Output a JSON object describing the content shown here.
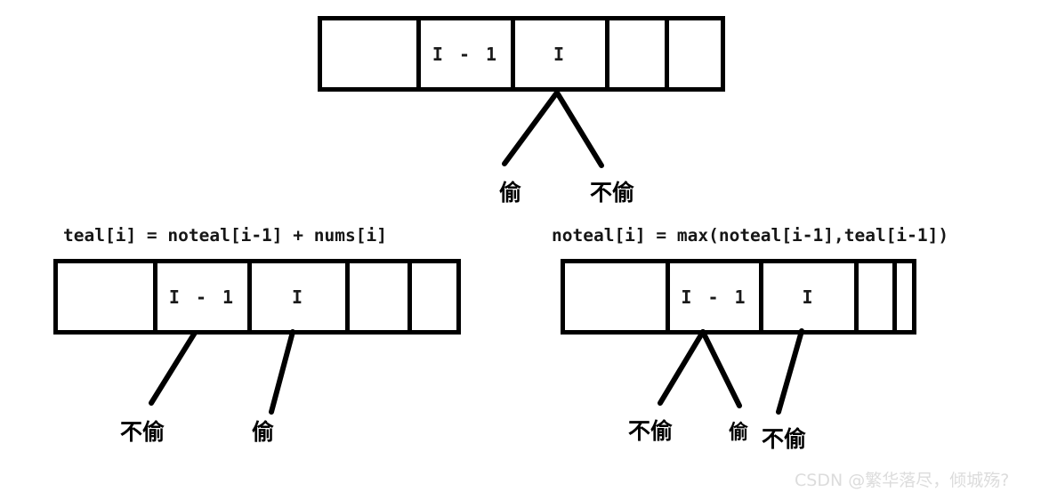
{
  "diagram": {
    "title_cells": {
      "i_minus_1": "I - 1",
      "i": "I"
    },
    "top_array": {
      "cells": [
        "",
        "I - 1",
        "I",
        "",
        ""
      ]
    },
    "left_section": {
      "formula": "teal[i] = noteal[i-1] + nums[i]",
      "cells": [
        "",
        "I - 1",
        "I",
        "",
        ""
      ],
      "labels": [
        "不偷",
        "偷"
      ]
    },
    "right_section": {
      "formula": "noteal[i] = max(noteal[i-1],teal[i-1])",
      "cells": [
        "",
        "I - 1",
        "I",
        "",
        ""
      ],
      "labels": [
        "不偷",
        "偷",
        "不偷"
      ]
    },
    "top_labels": [
      "偷",
      "不偷"
    ],
    "watermark": "CSDN @繁华落尽，倾城殇?",
    "colors": {
      "stroke": "#000000",
      "background": "#ffffff",
      "text": "#161616",
      "watermark": "#dcdcdc"
    }
  }
}
